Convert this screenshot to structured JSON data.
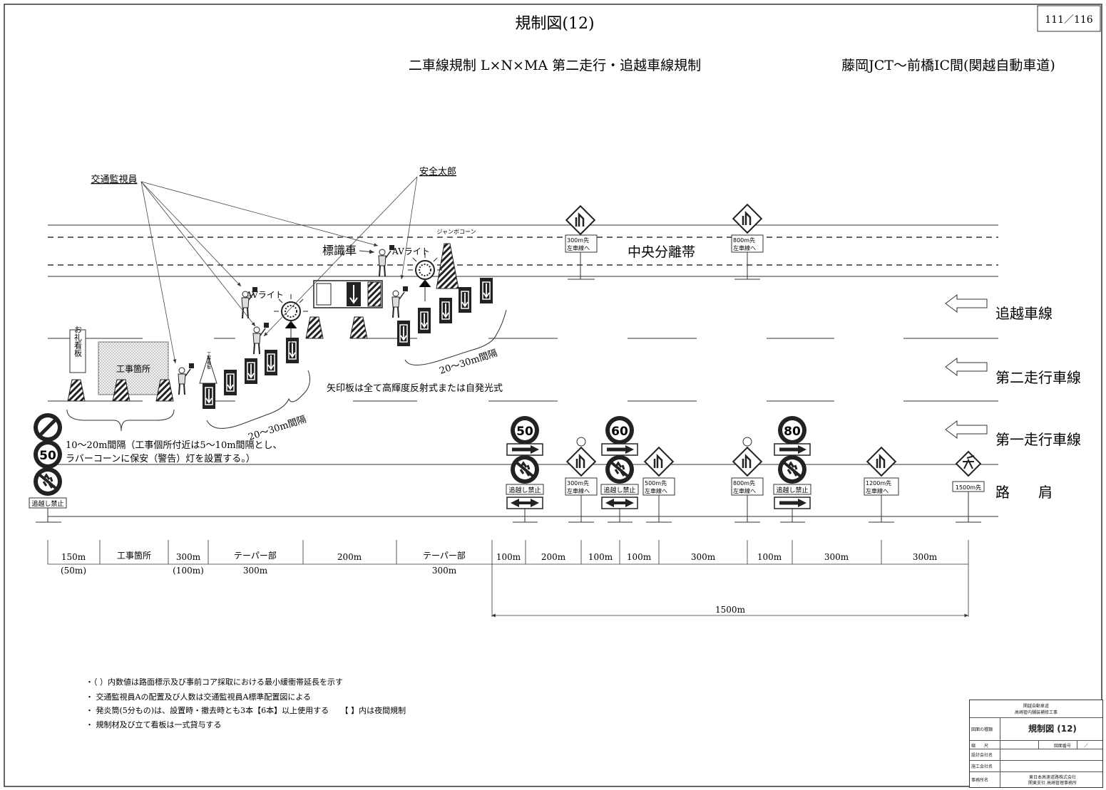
{
  "title": "規制図(12)",
  "page_number": "111／116",
  "subtitle": "二車線規制 L×N×MA 第二走行・追越車線規制",
  "section": "藤岡JCT～前橋IC間(関越自動車道)",
  "labels": {
    "traffic_monitor": "交通監視員",
    "anzen_taro": "安全太郎",
    "jumbo_cone": "ジャンボコーン",
    "sign_vehicle": "標識車",
    "av_light": "AVライト",
    "median": "中央分離帯",
    "lane_passing": "追越車線",
    "lane_second": "第二走行車線",
    "lane_first": "第一走行車線",
    "shoulder": "路　　肩",
    "work_area": "工事箇所",
    "thanks_board": "お礼看板",
    "work_board": "工事看板",
    "spacing_20_30": "20～30m間隔",
    "arrow_board_note": "矢印板は全て高輝度反射式または自発光式",
    "cone_spacing_line1": "10～20m間隔（工事個所付近は5～10m間隔とし、",
    "cone_spacing_line2": "ラバーコーンに保安（警告）灯を設置する。）"
  },
  "signs": {
    "no_passing": "追越し禁止",
    "speed": [
      "50",
      "60",
      "80"
    ],
    "lane_300": "300m先",
    "lane_500": "500m先",
    "lane_800": "800m先",
    "lane_1200": "1200m先",
    "lane_left": "左車線へ",
    "work_1500": "1500m先"
  },
  "dims_top": [
    "150m",
    "工事箇所",
    "300m",
    "テーパー部",
    "200m",
    "テーパー部",
    "100m",
    "200m",
    "100m",
    "100m",
    "300m",
    "100m",
    "300m",
    "300m"
  ],
  "dims_bottom": [
    "(50m)",
    "(100m)",
    "300m",
    "300m"
  ],
  "dim_total": "1500m",
  "notes": [
    "・（ ）内数値は路面標示及び事前コア採取における最小緩衝帯延長を示す",
    "・ 交通監視員Aの配置及び人数は交通監視員A標準配置図による",
    "・ 発炎筒(5分もの)は、設置時・撤去時とも3本【6本】以上使用する　　【 】内は夜間規制",
    "・ 規制材及び立て看板は一式貸与する"
  ],
  "title_block": {
    "org": "関越自動車道",
    "project": "高崎管内舗装補修工事",
    "drawing_name_label": "図面の種類",
    "drawing_name": "規制図 (12)",
    "scale_label": "縮　　尺",
    "number_label": "図面番号",
    "number_value": "／",
    "design_label": "設計会社名",
    "contractor_label": "施工会社名",
    "office_label": "事務所名",
    "office_value_1": "東日本高速道路株式会社",
    "office_value_2": "関東支社 高崎管理事務所"
  }
}
